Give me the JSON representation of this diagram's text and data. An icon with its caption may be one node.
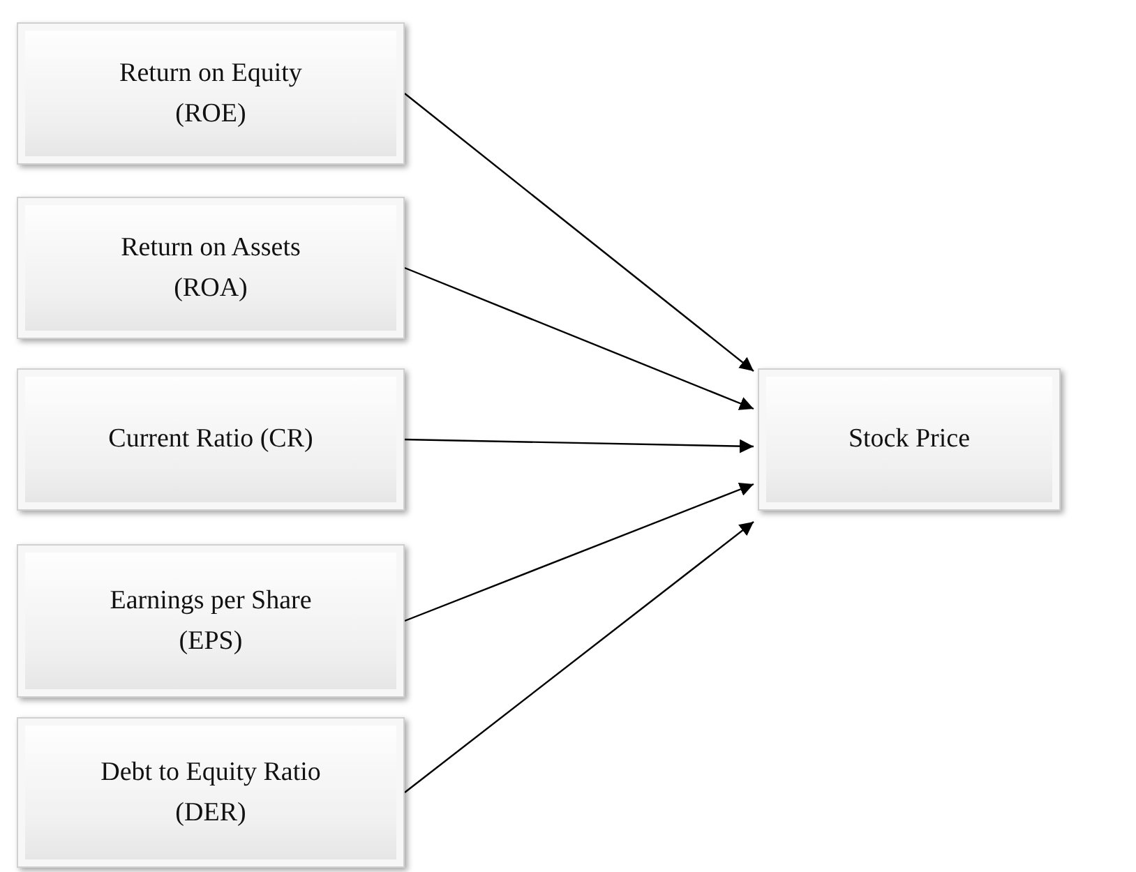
{
  "diagram": {
    "nodes": [
      {
        "text": [
          "Return on Equity (ROE)"
        ]
      },
      {
        "text": [
          "Return on Assets (ROA)"
        ]
      },
      {
        "text": [
          "Current Ratio (CR)"
        ]
      },
      {
        "text": [
          "Earnings per Share (EPS)"
        ]
      },
      {
        "text": [
          "Debt to Equity Ratio (DER)"
        ]
      },
      {
        "text": [
          "Stock Price"
        ]
      }
    ],
    "edges": [
      {
        "from": 0,
        "to": 5,
        "arrow": "to"
      },
      {
        "from": 1,
        "to": 5,
        "arrow": "to"
      },
      {
        "from": 2,
        "to": 5,
        "arrow": "to"
      },
      {
        "from": 3,
        "to": 5,
        "arrow": "to"
      },
      {
        "from": 4,
        "to": 5,
        "arrow": "to"
      }
    ]
  }
}
